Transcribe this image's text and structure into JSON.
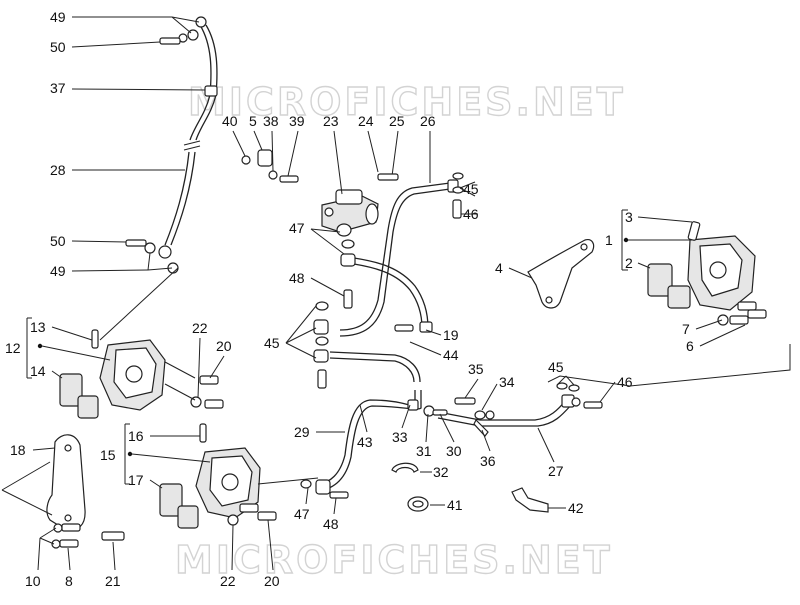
{
  "watermark": "MICROFICHES.NET",
  "callouts": {
    "n1": "1",
    "n2": "2",
    "n3": "3",
    "n4": "4",
    "n5": "5",
    "n6": "6",
    "n7": "7",
    "n8": "8",
    "n10": "10",
    "n12": "12",
    "n13": "13",
    "n14": "14",
    "n15": "15",
    "n16": "16",
    "n17": "17",
    "n18": "18",
    "n19": "19",
    "n20a": "20",
    "n20b": "20",
    "n21": "21",
    "n22a": "22",
    "n22b": "22",
    "n23": "23",
    "n24": "24",
    "n25": "25",
    "n26": "26",
    "n27": "27",
    "n28": "28",
    "n29": "29",
    "n30": "30",
    "n31": "31",
    "n32": "32",
    "n33": "33",
    "n34": "34",
    "n35": "35",
    "n36": "36",
    "n37": "37",
    "n38": "38",
    "n39": "39",
    "n40": "40",
    "n41": "41",
    "n42": "42",
    "n43": "43",
    "n44": "44",
    "n45a": "45",
    "n45b": "45",
    "n45c": "45",
    "n46a": "46",
    "n46b": "46",
    "n47a": "47",
    "n47b": "47",
    "n48a": "48",
    "n48b": "48",
    "n49a": "49",
    "n49b": "49",
    "n50a": "50",
    "n50b": "50"
  }
}
